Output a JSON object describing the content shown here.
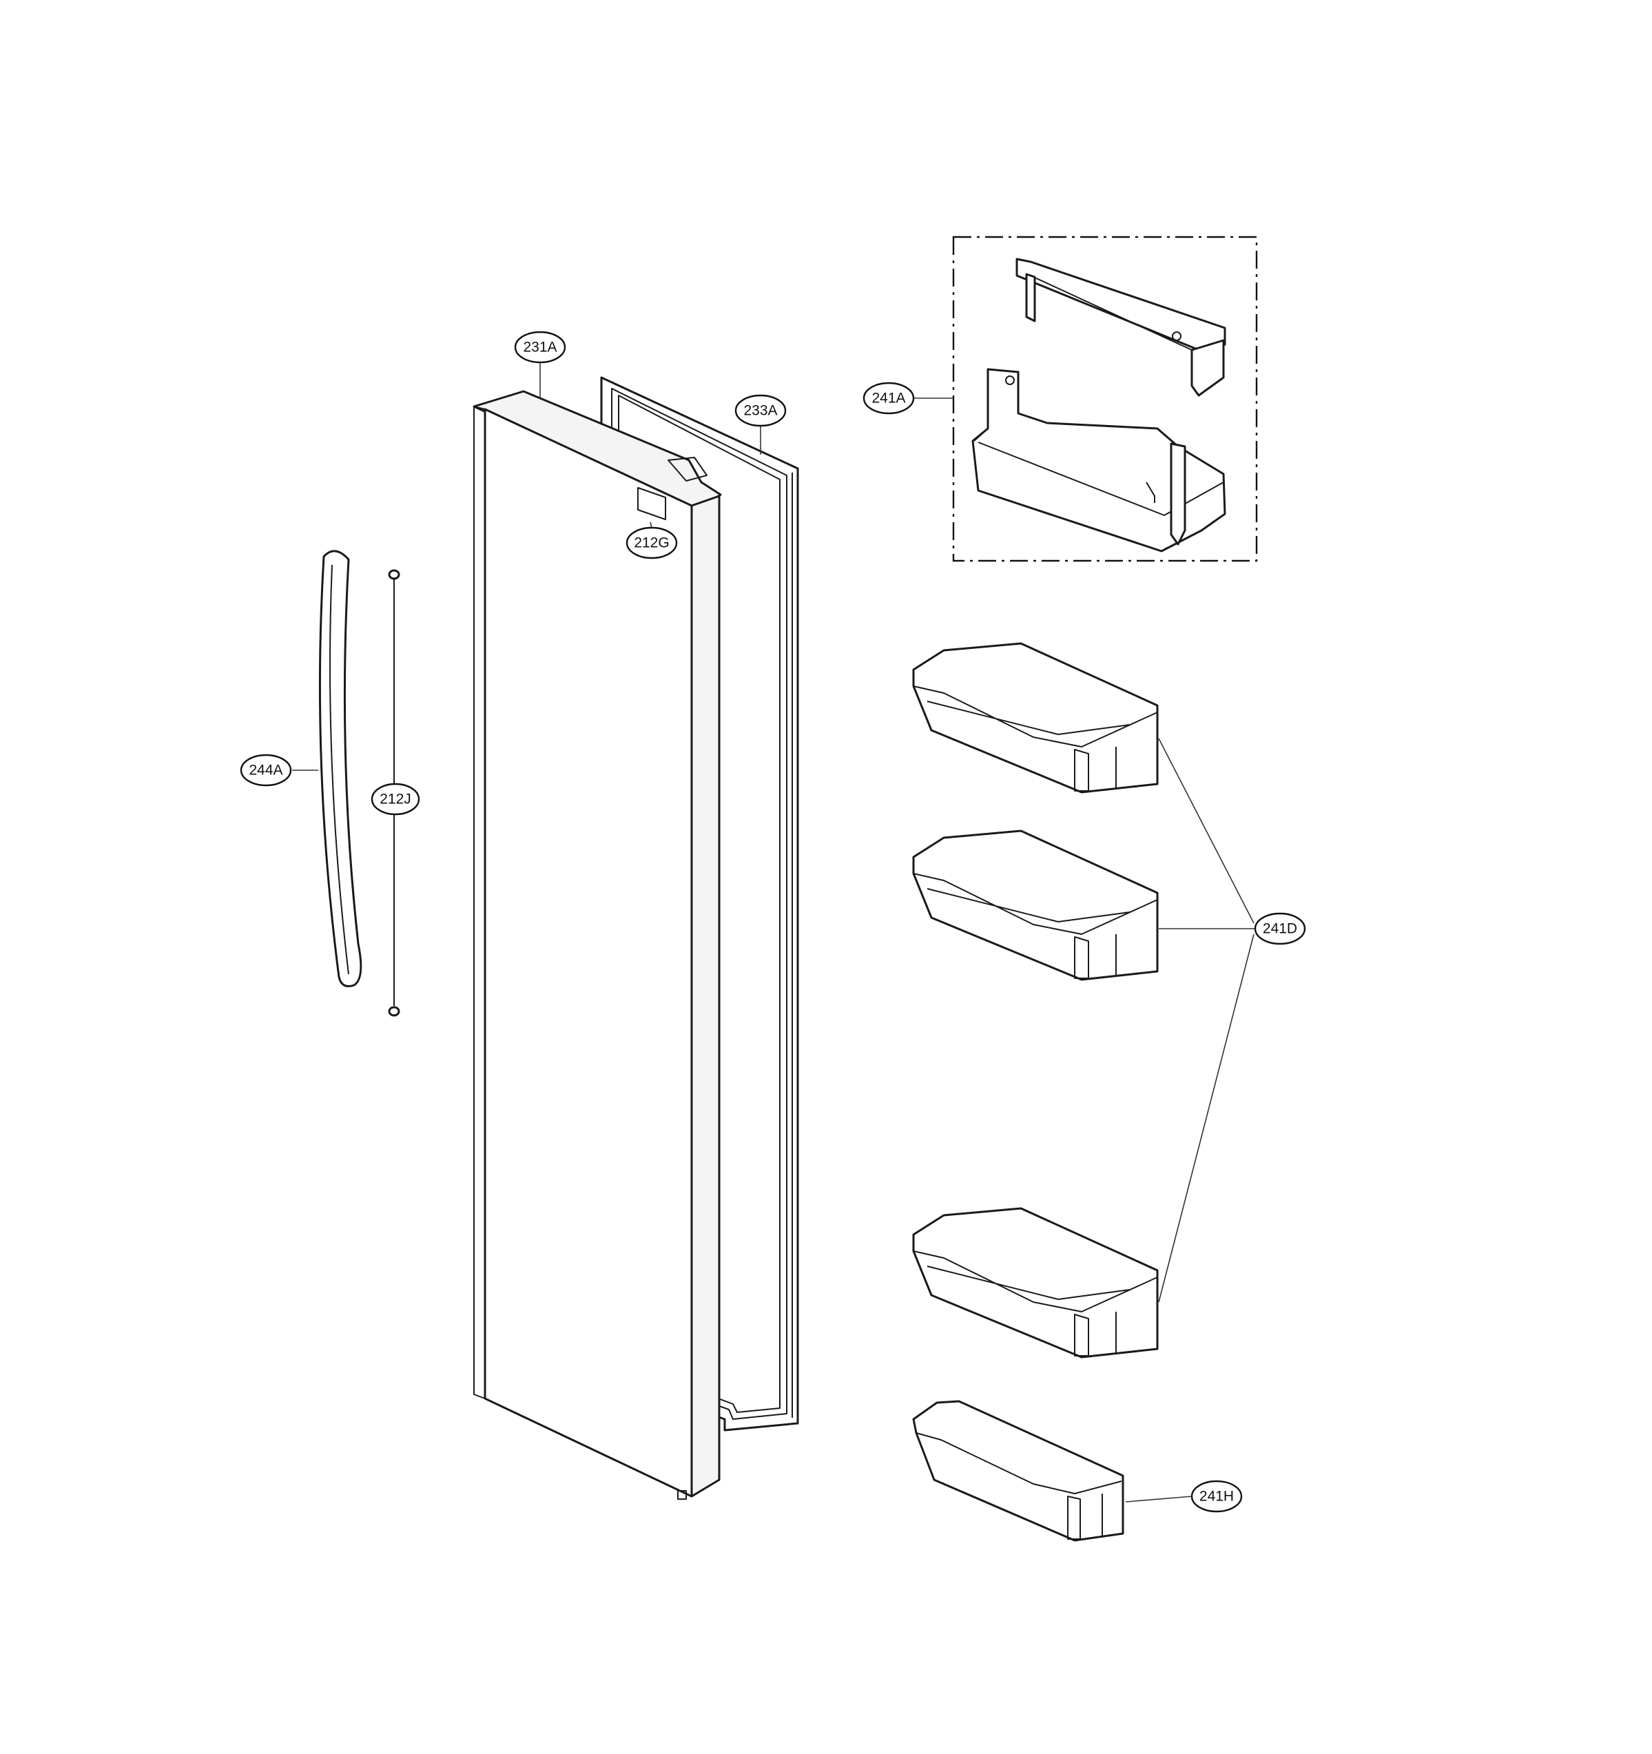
{
  "callouts": {
    "c231A": "231A",
    "c233A": "233A",
    "c212G": "212G",
    "c244A": "244A",
    "c212J": "212J",
    "c241A": "241A",
    "c241D": "241D",
    "c241H": "241H"
  },
  "colors": {
    "line": "#1a1a1a",
    "background": "#ffffff"
  }
}
